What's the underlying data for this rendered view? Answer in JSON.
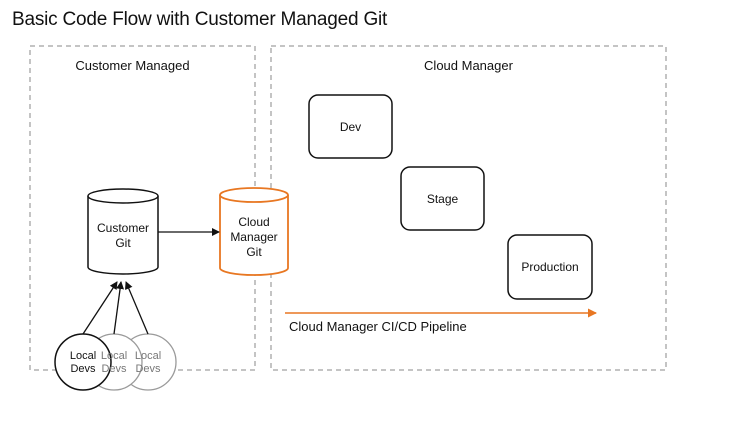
{
  "title": "Basic Code Flow with Customer Managed Git",
  "regions": {
    "customer_managed": "Customer Managed",
    "cloud_manager": "Cloud Manager"
  },
  "nodes": {
    "customer_git": "Customer\nGit",
    "cloud_manager_git": "Cloud\nManager\nGit",
    "dev": "Dev",
    "stage": "Stage",
    "production": "Production",
    "local_devs": [
      "Local\nDevs",
      "Local\nDevs",
      "Local\nDevs"
    ]
  },
  "pipeline": {
    "label": "Cloud Manager CI/CD Pipeline"
  },
  "colors": {
    "accent": "#e87722",
    "line": "#111111",
    "dashed_border": "#8a8a8a",
    "faded_outline": "#9a9a9a"
  }
}
